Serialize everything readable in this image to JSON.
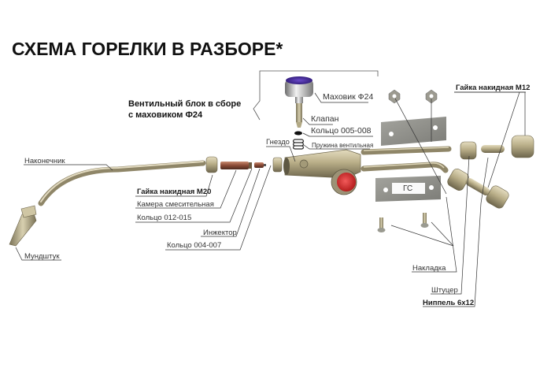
{
  "title": "СХЕМА ГОРЕЛКИ В РАЗБОРЕ*",
  "group_label": {
    "line1": "Вентильный блок в сборе",
    "line2": "с маховиком Ф24"
  },
  "labels": {
    "makhovik": "Маховик Ф24",
    "klapan": "Клапан",
    "koltso_005": "Кольцо 005-008",
    "pruzhina": "Пружина вентильная",
    "gnezdo": "Гнездо",
    "gayka_m12": "Гайка накидная М12",
    "nakonechnik": "Наконечник",
    "gayka_m20": "Гайка накидная М20",
    "kamera": "Камера смесительная",
    "koltso_012": "Кольцо 012-015",
    "inzhektor": "Инжектор",
    "koltso_004": "Кольцо 004-007",
    "mundshtuk": "Мундштук",
    "nakladka": "Накладка",
    "shtutser": "Штуцер",
    "nippel": "Ниппель 6х12"
  },
  "plate_marking": "ГС",
  "colors": {
    "handwheel_cap": "#3a1f8c",
    "valve_knob": "#d42a2a",
    "brass": "#b8ae8a",
    "plate": "#8f8f8a",
    "copper": "#8a4a35"
  }
}
